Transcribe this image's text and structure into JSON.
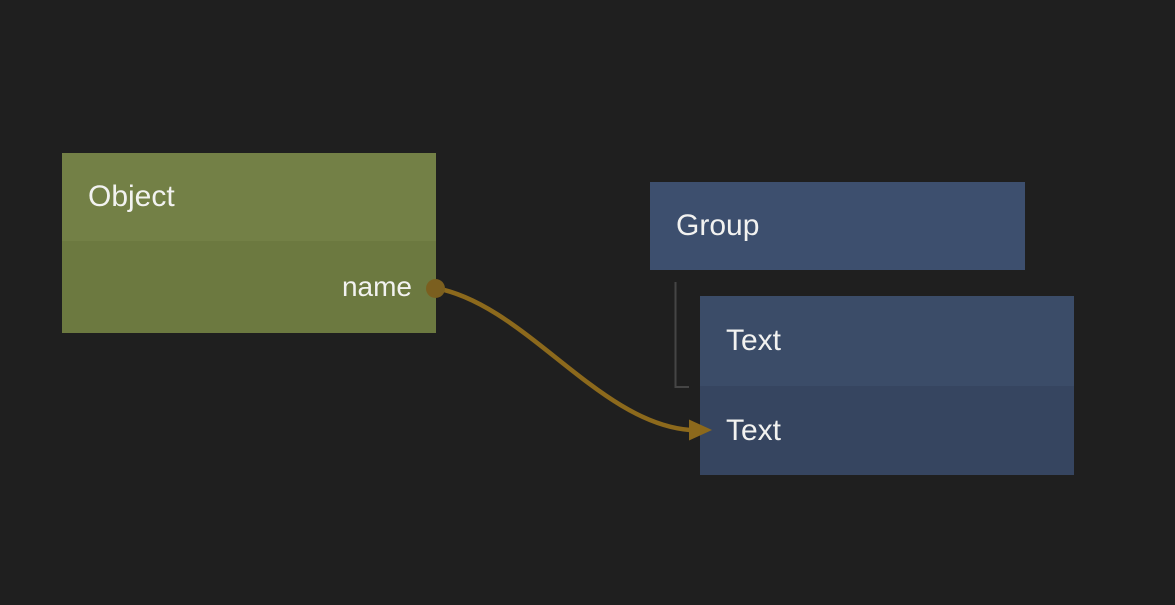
{
  "canvas": {
    "type": "node-editor"
  },
  "nodes": {
    "object": {
      "title": "Object",
      "ports": [
        {
          "label": "name",
          "side": "right",
          "connected": true
        }
      ]
    },
    "group": {
      "title": "Group"
    },
    "text": {
      "rows": [
        {
          "label": "Text"
        },
        {
          "label": "Text"
        }
      ]
    }
  },
  "connection": {
    "style": "bezier-arrow"
  },
  "colors": {
    "background": "#1f1f1f",
    "object-header": "#738046",
    "object-body": "#6c7940",
    "group-header": "#3d4f6e",
    "text-row-1": "#3b4c68",
    "text-row-2": "#364560",
    "wire": "#8c691c",
    "port-dot": "#7b5f1f",
    "tree-line": "#454545",
    "label": "#f2f2f0"
  }
}
